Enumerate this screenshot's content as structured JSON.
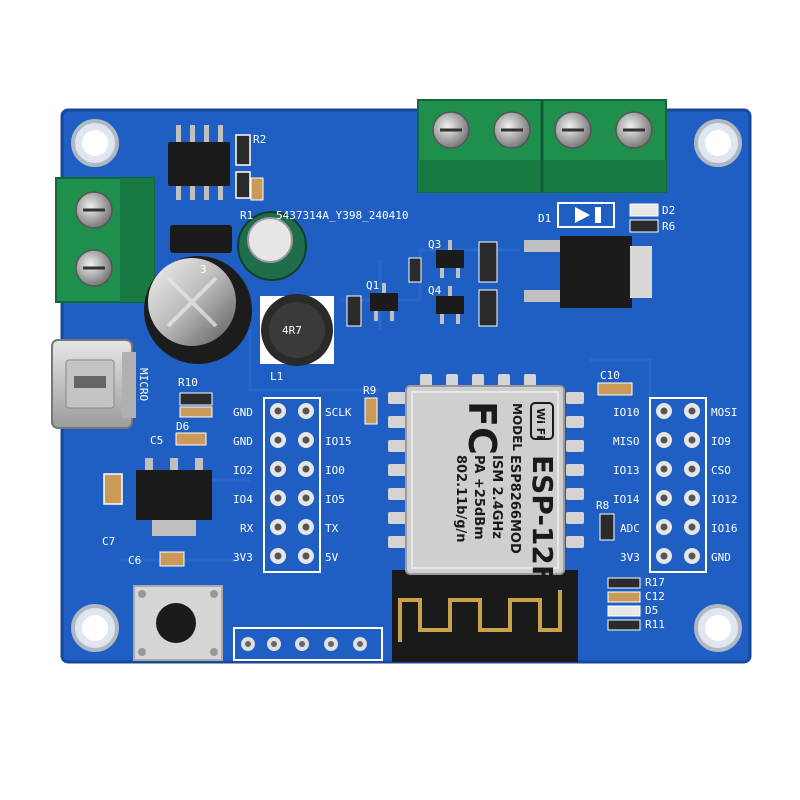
{
  "board": {
    "batch_code": "5437314A_Y398_240410",
    "usb_label": "MICRO"
  },
  "colors": {
    "pcb": "#1f5fc4",
    "pcb_dark": "#1a4fa8",
    "terminal": "#1f8f4e",
    "shield": "#c8c8c8"
  },
  "components": {
    "R2": "R2",
    "R1": "R1",
    "R10": "R10",
    "D6": "D6",
    "C5": "C5",
    "C7": "C7",
    "C6": "C6",
    "L1": "L1",
    "L1_mark": "4R7",
    "C3": "3",
    "Q1": "Q1",
    "Q3": "Q3",
    "Q4": "Q4",
    "R9": "R9",
    "C10": "C10",
    "R8": "R8",
    "D1": "D1",
    "D2": "D2",
    "R6": "R6",
    "R17": "R17",
    "C12": "C12",
    "D5": "D5",
    "R11": "R11"
  },
  "header_left": {
    "left_labels": [
      "GND",
      "GND",
      "IO2",
      "IO4",
      "RX",
      "3V3"
    ],
    "right_labels": [
      "SCLK",
      "IO15",
      "IO0",
      "IO5",
      "TX",
      "5V"
    ]
  },
  "header_right": {
    "left_labels": [
      "IO10",
      "MISO",
      "IO13",
      "IO14",
      "ADC",
      "3V3"
    ],
    "right_labels": [
      "MOSI",
      "IO9",
      "CSO",
      "IO12",
      "IO16",
      "GND"
    ]
  },
  "module": {
    "wifi_logo": "Wi Fi",
    "fc": "FC",
    "model_line": "MODEL",
    "name": "ESP-12F",
    "line1": "ESP8266MOD",
    "line2": "ISM 2.4GHz",
    "line3": "PA +25dBm",
    "line4": "802.11b/g/n"
  }
}
